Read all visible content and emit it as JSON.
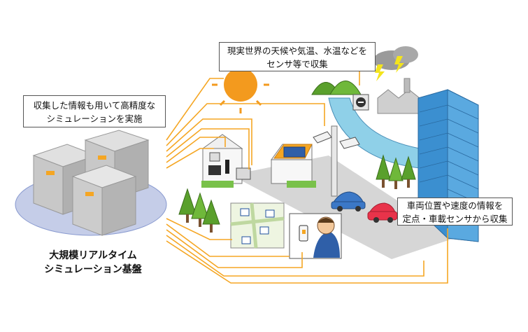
{
  "callouts": {
    "left": {
      "line1": "収集した情報も用いて高精度な",
      "line2": "シミュレーションを実施"
    },
    "top": {
      "line1": "現実世界の天候や気温、水温などを",
      "line2": "センサ等で収集"
    },
    "right": {
      "line1": "車両位置や速度の情報を",
      "line2": "定点・車載センサから収集"
    }
  },
  "platform_label": {
    "line1": "大規模リアルタイム",
    "line2": "シミュレーション基盤"
  },
  "colors": {
    "connector": "#f5a623",
    "server_face": "#c8c8c8",
    "server_accent": "#f5a623",
    "platform_base": "#c5cde8",
    "building_blue": "#3b8fd0",
    "road": "#cfcfcf",
    "river": "#8fd0e8",
    "tree_green": "#5aa02c",
    "sun": "#f39a1e",
    "car_blue": "#3b78c7",
    "car_red": "#e8334a"
  },
  "icons": [
    "sun-icon",
    "storm-cloud-icon",
    "server-cluster-icon",
    "house-icon",
    "solar-house-icon",
    "cctv-camera-icon",
    "river-sensor-icon",
    "office-tower-icon",
    "blue-car-icon",
    "red-car-icon",
    "person-smartphone-icon",
    "city-map-icon",
    "tree-icon",
    "mountain-icon",
    "factory-icon"
  ]
}
